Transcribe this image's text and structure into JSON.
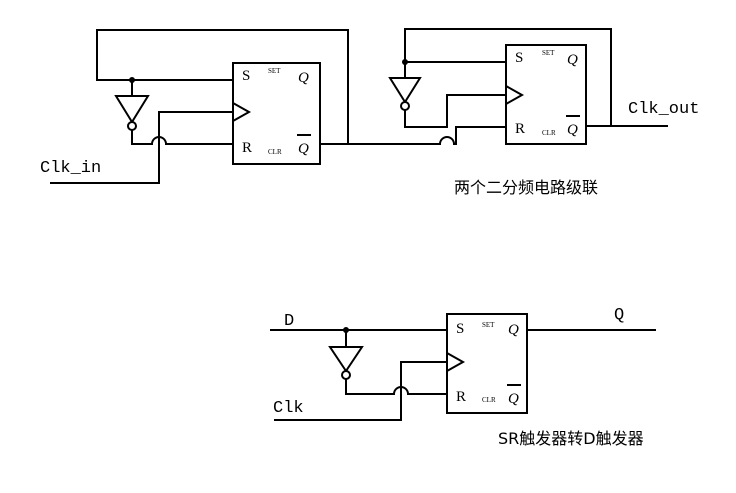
{
  "diagram1": {
    "caption": "两个二分频电路级联",
    "input_label": "Clk_in",
    "output_label": "Clk_out",
    "ff1": {
      "s": "S",
      "r": "R",
      "set": "SET",
      "clr": "CLR",
      "q": "Q",
      "qbar": "Q"
    },
    "ff2": {
      "s": "S",
      "r": "R",
      "set": "SET",
      "clr": "CLR",
      "q": "Q",
      "qbar": "Q"
    }
  },
  "diagram2": {
    "caption": "SR触发器转D触发器",
    "d_label": "D",
    "clk_label": "Clk",
    "q_label": "Q",
    "ff": {
      "s": "S",
      "r": "R",
      "set": "SET",
      "clr": "CLR",
      "q": "Q",
      "qbar": "Q"
    }
  }
}
